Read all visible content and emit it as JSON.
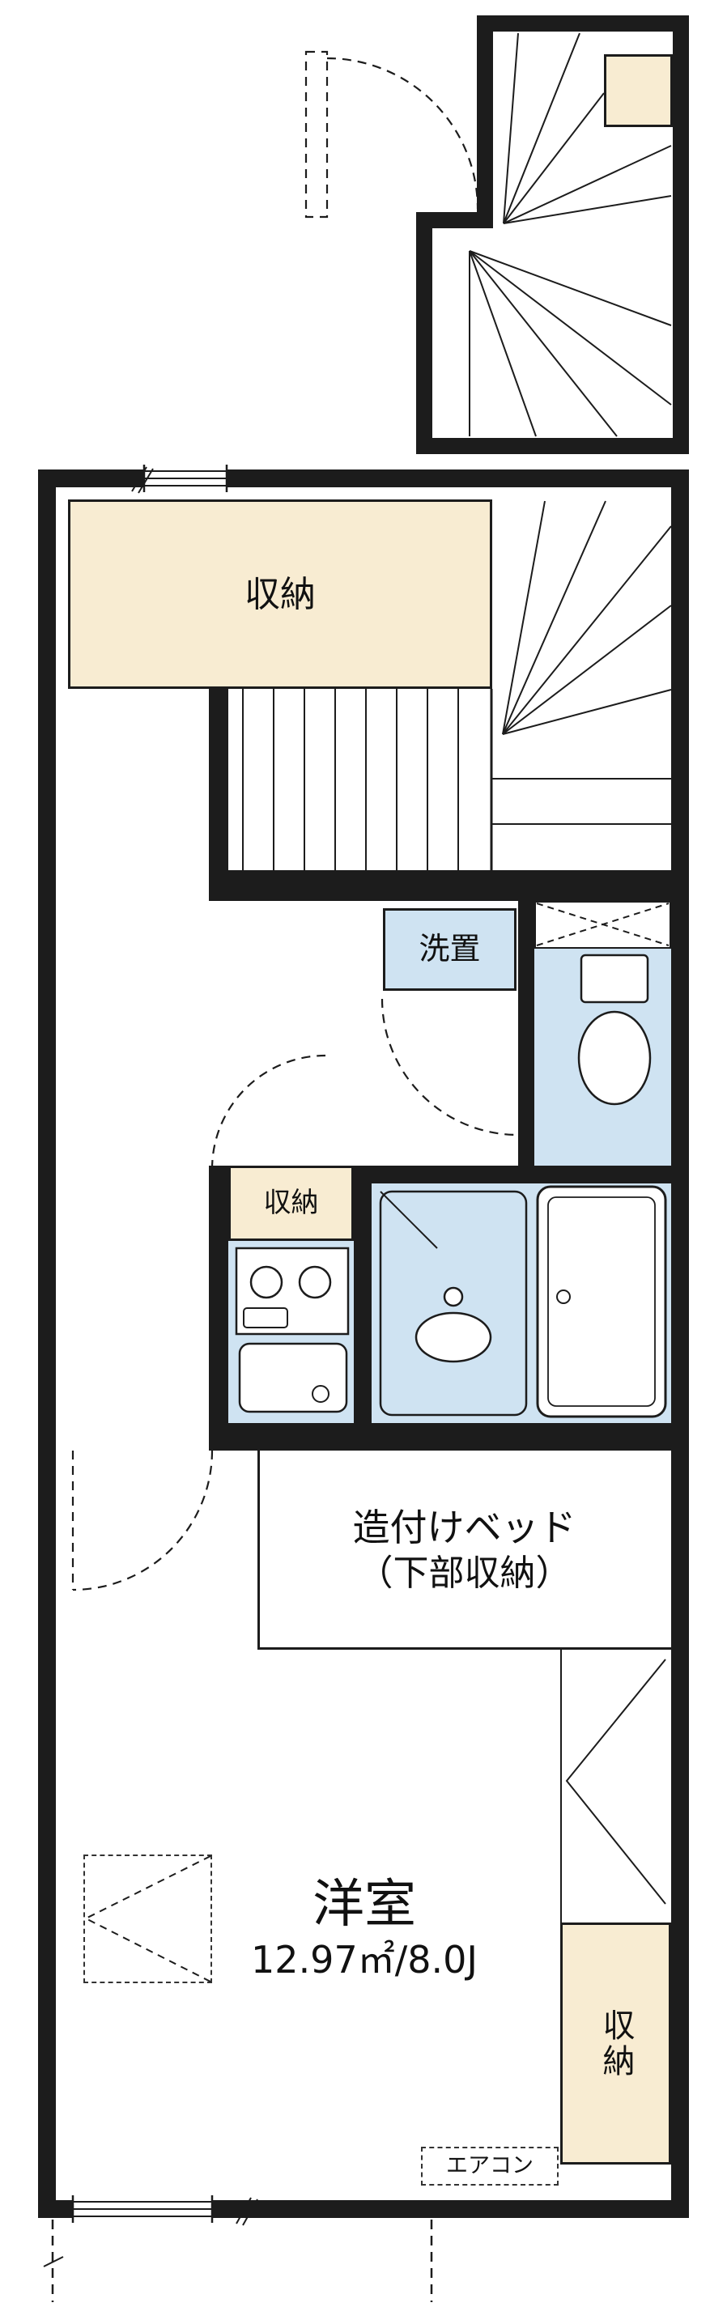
{
  "labels": {
    "storage_top": "収納",
    "washer": "洗置",
    "kitchen_storage": "収納",
    "bed_line1": "造付けベッド",
    "bed_line2": "（下部収納）",
    "room_name": "洋室",
    "room_size": "12.97㎡/8.0J",
    "storage_bottom": "収納",
    "aircon": "エアコン"
  },
  "colors": {
    "wall": "#1c1c1c",
    "storage": "#f8ecd2",
    "water": "#cfe3f2",
    "line": "#1c1c1c"
  }
}
